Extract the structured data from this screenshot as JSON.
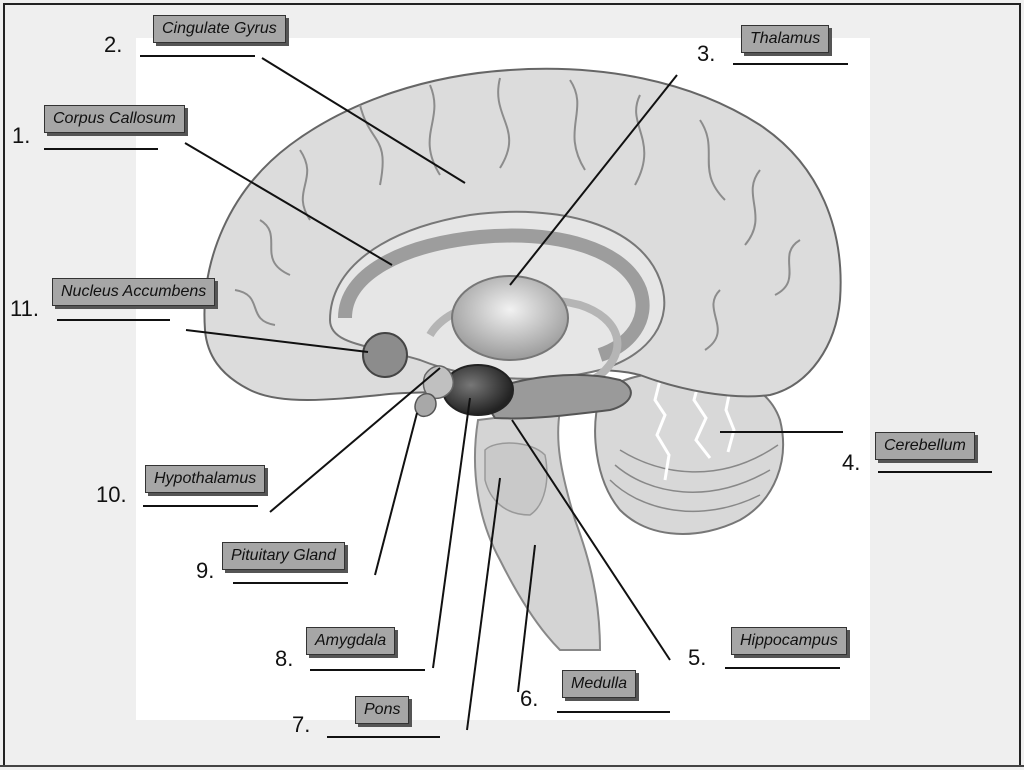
{
  "labels": [
    {
      "num": "1.",
      "text": "Corpus Callosum"
    },
    {
      "num": "2.",
      "text": "Cingulate Gyrus"
    },
    {
      "num": "3.",
      "text": "Thalamus"
    },
    {
      "num": "4.",
      "text": "Cerebellum"
    },
    {
      "num": "5.",
      "text": "Hippocampus"
    },
    {
      "num": "6.",
      "text": "Medulla"
    },
    {
      "num": "7.",
      "text": "Pons"
    },
    {
      "num": "8.",
      "text": "Amygdala"
    },
    {
      "num": "9.",
      "text": "Pituitary Gland"
    },
    {
      "num": "10.",
      "text": "Hypothalamus"
    },
    {
      "num": "11.",
      "text": "Nucleus Accumbens"
    }
  ]
}
